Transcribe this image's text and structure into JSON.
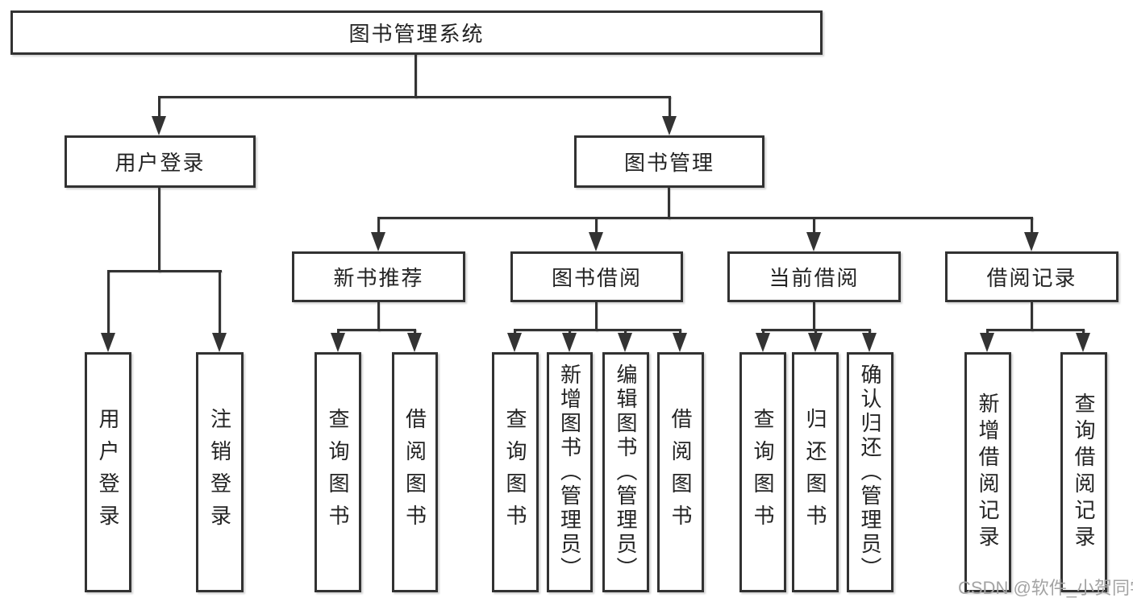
{
  "title": {
    "label": "图书管理系统"
  },
  "branches": [
    {
      "label": "用户登录",
      "children": [
        {
          "label": "用户登录"
        },
        {
          "label": "注销登录"
        }
      ]
    },
    {
      "label": "图书管理",
      "children": [
        {
          "label": "新书推荐",
          "children": [
            {
              "label": "查询图书"
            },
            {
              "label": "借阅图书"
            }
          ]
        },
        {
          "label": "图书借阅",
          "children": [
            {
              "label": "查询图书"
            },
            {
              "label": "新增图书（管理员）"
            },
            {
              "label": "编辑图书（管理员）"
            },
            {
              "label": "借阅图书"
            }
          ]
        },
        {
          "label": "当前借阅",
          "children": [
            {
              "label": "查询图书"
            },
            {
              "label": "归还图书"
            },
            {
              "label": "确认归还（管理员）"
            }
          ]
        },
        {
          "label": "借阅记录",
          "children": [
            {
              "label": "新增借阅记录"
            },
            {
              "label": "查询借阅记录"
            }
          ]
        }
      ]
    }
  ],
  "watermark": {
    "text": "CSDN @软件_小贺同学"
  },
  "colors": {
    "line": "#333333",
    "box_border": "#323232",
    "text": "#232323",
    "watermark": "#a3a3a3",
    "background": "#ffffff"
  }
}
